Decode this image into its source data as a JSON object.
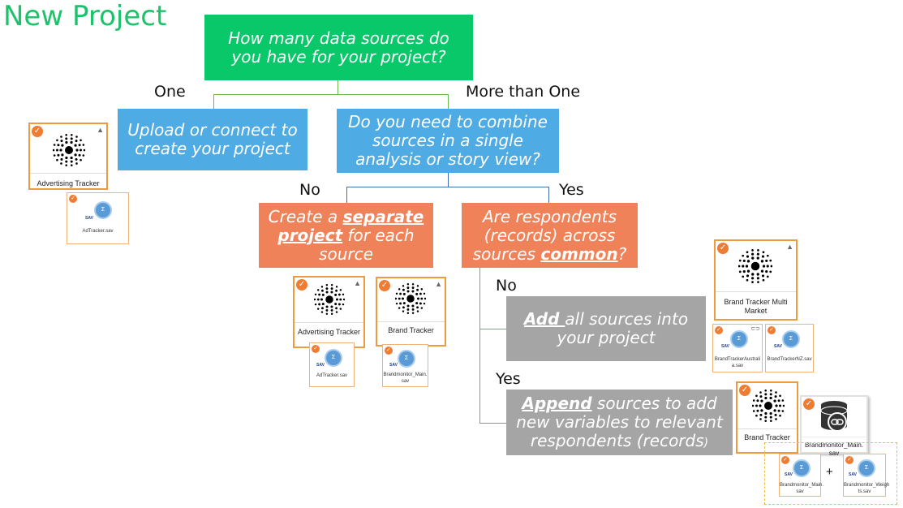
{
  "title": "New Project",
  "q1": {
    "line1": "How many data sources do",
    "line2": "you have for your project?"
  },
  "label_one": "One",
  "label_more": "More than One",
  "upload_box": {
    "line1": "Upload or connect to",
    "line2": "create your project"
  },
  "combine_box": {
    "line1": "Do you need to combine",
    "line2": "sources in a single",
    "line3": "analysis or story view?"
  },
  "label_no1": "No",
  "label_yes1": "Yes",
  "separate_box": {
    "pre": "Create a ",
    "em1": "separate",
    "em2": "project",
    "mid": " for each",
    "line3": "source"
  },
  "respondents_box": {
    "line1": "Are respondents",
    "line2": "(records) across",
    "pre3": "sources ",
    "em": "common",
    "post3": "?"
  },
  "label_no2": "No",
  "label_yes2": "Yes",
  "add_box": {
    "em": "Add ",
    "post1": "all sources into",
    "line2": "your project"
  },
  "append_box": {
    "em": "Append",
    "post1": " sources to add",
    "line2": "new variables to relevant",
    "line3": "respondents (records",
    "tail": ")"
  },
  "cards": {
    "adv1": "Advertising Tracker",
    "adv2": "Advertising Tracker",
    "brand1": "Brand Tracker",
    "multi_line1": "Brand Tracker Multi",
    "multi_line2": "Market",
    "brand2": "Brand Tracker",
    "bm_line1": "Brandmonitor_Main.",
    "bm_line2": "sav"
  },
  "sav_files": {
    "ad1": "AdTracker.sav",
    "ad2": "AdTracker.sav",
    "bm1_l1": "Brandmonitor_Main.",
    "bm1_l2": "sav",
    "au_l1": "BrandTrackerAustrali",
    "au_l2": "a.sav",
    "nz": "BrandTrackerNZ.sav",
    "bm2_l1": "Brandmonitor_Main.",
    "bm2_l2": "sav",
    "bw_l1": "Brandmonitor_Weigh",
    "bw_l2": "ts.sav"
  },
  "plus": "+",
  "sav_tag": "SAV",
  "colors": {
    "green": "#09c86a",
    "blue": "#4fabe3",
    "orange": "#f0825a",
    "gray": "#a5a5a5",
    "title": "#1fc16b"
  }
}
